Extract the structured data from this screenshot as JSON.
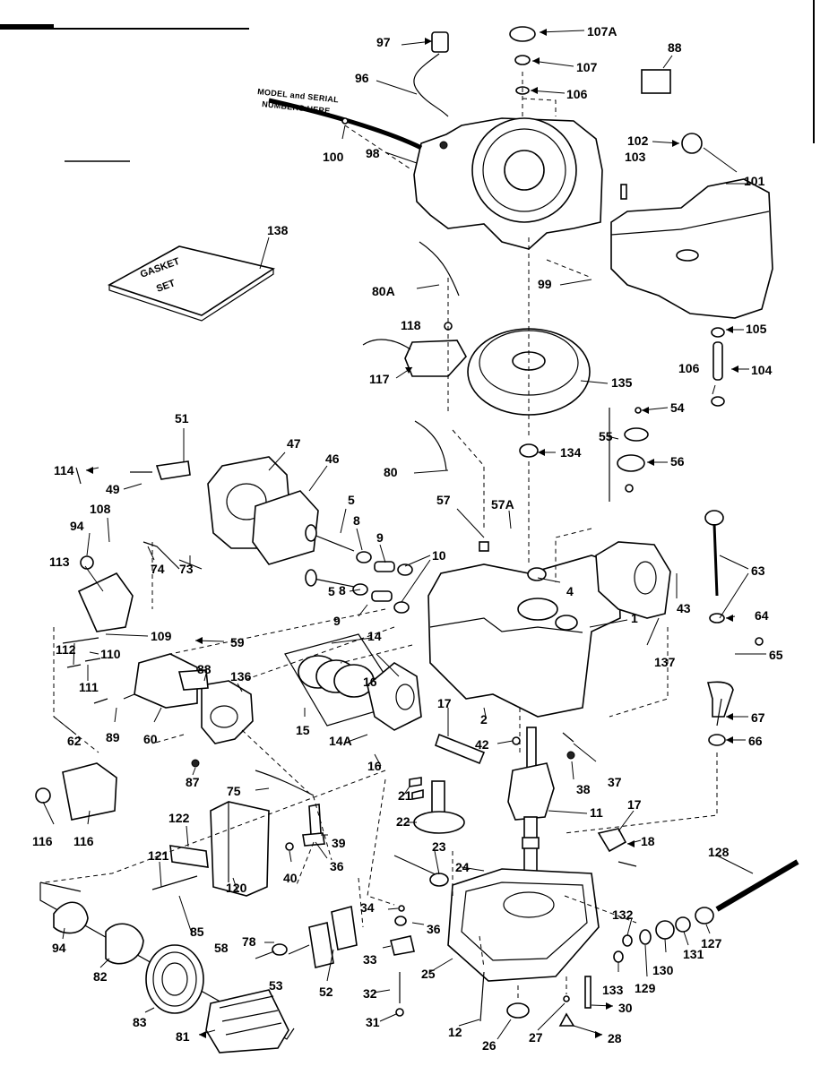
{
  "note": {
    "line1": "MODEL and SERIAL",
    "line2": "NUMBERS HERE"
  },
  "gasket_set": {
    "line1": "GASKET",
    "line2": "SET"
  },
  "labels": [
    {
      "id": "97",
      "text": "97"
    },
    {
      "id": "107A",
      "text": "107A"
    },
    {
      "id": "88",
      "text": "88"
    },
    {
      "id": "107",
      "text": "107"
    },
    {
      "id": "106a",
      "text": "106"
    },
    {
      "id": "96",
      "text": "96"
    },
    {
      "id": "100",
      "text": "100"
    },
    {
      "id": "98",
      "text": "98"
    },
    {
      "id": "102",
      "text": "102"
    },
    {
      "id": "103",
      "text": "103"
    },
    {
      "id": "101",
      "text": "101"
    },
    {
      "id": "138",
      "text": "138"
    },
    {
      "id": "99",
      "text": "99"
    },
    {
      "id": "80A",
      "text": "80A"
    },
    {
      "id": "105a",
      "text": "105"
    },
    {
      "id": "118",
      "text": "118"
    },
    {
      "id": "106b",
      "text": "106"
    },
    {
      "id": "104",
      "text": "104"
    },
    {
      "id": "117",
      "text": "117"
    },
    {
      "id": "135",
      "text": "135"
    },
    {
      "id": "54",
      "text": "54"
    },
    {
      "id": "51",
      "text": "51"
    },
    {
      "id": "47",
      "text": "47"
    },
    {
      "id": "55",
      "text": "55"
    },
    {
      "id": "134",
      "text": "134"
    },
    {
      "id": "46",
      "text": "46"
    },
    {
      "id": "80",
      "text": "80"
    },
    {
      "id": "56",
      "text": "56"
    },
    {
      "id": "114",
      "text": "114"
    },
    {
      "id": "49",
      "text": "49"
    },
    {
      "id": "108",
      "text": "108"
    },
    {
      "id": "5a",
      "text": "5"
    },
    {
      "id": "57",
      "text": "57"
    },
    {
      "id": "57A",
      "text": "57A"
    },
    {
      "id": "8a",
      "text": "8"
    },
    {
      "id": "94a",
      "text": "94"
    },
    {
      "id": "9a",
      "text": "9"
    },
    {
      "id": "74",
      "text": "74"
    },
    {
      "id": "10",
      "text": "10"
    },
    {
      "id": "113",
      "text": "113"
    },
    {
      "id": "73",
      "text": "73"
    },
    {
      "id": "63",
      "text": "63"
    },
    {
      "id": "4",
      "text": "4"
    },
    {
      "id": "5b",
      "text": "5"
    },
    {
      "id": "43",
      "text": "43"
    },
    {
      "id": "8b",
      "text": "8"
    },
    {
      "id": "1",
      "text": "1"
    },
    {
      "id": "64",
      "text": "64"
    },
    {
      "id": "9b",
      "text": "9"
    },
    {
      "id": "109",
      "text": "109"
    },
    {
      "id": "59",
      "text": "59"
    },
    {
      "id": "14",
      "text": "14"
    },
    {
      "id": "112",
      "text": "112"
    },
    {
      "id": "110",
      "text": "110"
    },
    {
      "id": "137",
      "text": "137"
    },
    {
      "id": "65",
      "text": "65"
    },
    {
      "id": "88b",
      "text": "88"
    },
    {
      "id": "136",
      "text": "136"
    },
    {
      "id": "111",
      "text": "111"
    },
    {
      "id": "16a",
      "text": "16"
    },
    {
      "id": "67",
      "text": "67"
    },
    {
      "id": "62",
      "text": "62"
    },
    {
      "id": "89",
      "text": "89"
    },
    {
      "id": "60",
      "text": "60"
    },
    {
      "id": "15",
      "text": "15"
    },
    {
      "id": "17a",
      "text": "17"
    },
    {
      "id": "2",
      "text": "2"
    },
    {
      "id": "66",
      "text": "66"
    },
    {
      "id": "14A",
      "text": "14A"
    },
    {
      "id": "42",
      "text": "42"
    },
    {
      "id": "16b",
      "text": "16"
    },
    {
      "id": "87",
      "text": "87"
    },
    {
      "id": "38",
      "text": "38"
    },
    {
      "id": "37",
      "text": "37"
    },
    {
      "id": "75",
      "text": "75"
    },
    {
      "id": "21",
      "text": "21"
    },
    {
      "id": "11",
      "text": "11"
    },
    {
      "id": "17b",
      "text": "17"
    },
    {
      "id": "116a",
      "text": "116"
    },
    {
      "id": "116b",
      "text": "116"
    },
    {
      "id": "122",
      "text": "122"
    },
    {
      "id": "22",
      "text": "22"
    },
    {
      "id": "39",
      "text": "39"
    },
    {
      "id": "18",
      "text": "18"
    },
    {
      "id": "23",
      "text": "23"
    },
    {
      "id": "121",
      "text": "121"
    },
    {
      "id": "36a",
      "text": "36"
    },
    {
      "id": "128",
      "text": "128"
    },
    {
      "id": "40",
      "text": "40"
    },
    {
      "id": "24",
      "text": "24"
    },
    {
      "id": "120",
      "text": "120"
    },
    {
      "id": "85",
      "text": "85"
    },
    {
      "id": "34",
      "text": "34"
    },
    {
      "id": "132",
      "text": "132"
    },
    {
      "id": "127",
      "text": "127"
    },
    {
      "id": "131",
      "text": "131"
    },
    {
      "id": "78",
      "text": "78"
    },
    {
      "id": "58",
      "text": "58"
    },
    {
      "id": "36b",
      "text": "36"
    },
    {
      "id": "94b",
      "text": "94"
    },
    {
      "id": "82",
      "text": "82"
    },
    {
      "id": "130",
      "text": "130"
    },
    {
      "id": "33",
      "text": "33"
    },
    {
      "id": "53",
      "text": "53"
    },
    {
      "id": "52",
      "text": "52"
    },
    {
      "id": "25",
      "text": "25"
    },
    {
      "id": "133",
      "text": "133"
    },
    {
      "id": "129",
      "text": "129"
    },
    {
      "id": "32",
      "text": "32"
    },
    {
      "id": "83",
      "text": "83"
    },
    {
      "id": "30",
      "text": "30"
    },
    {
      "id": "31",
      "text": "31"
    },
    {
      "id": "12",
      "text": "12"
    },
    {
      "id": "26",
      "text": "26"
    },
    {
      "id": "27",
      "text": "27"
    },
    {
      "id": "81",
      "text": "81"
    },
    {
      "id": "28",
      "text": "28"
    }
  ]
}
